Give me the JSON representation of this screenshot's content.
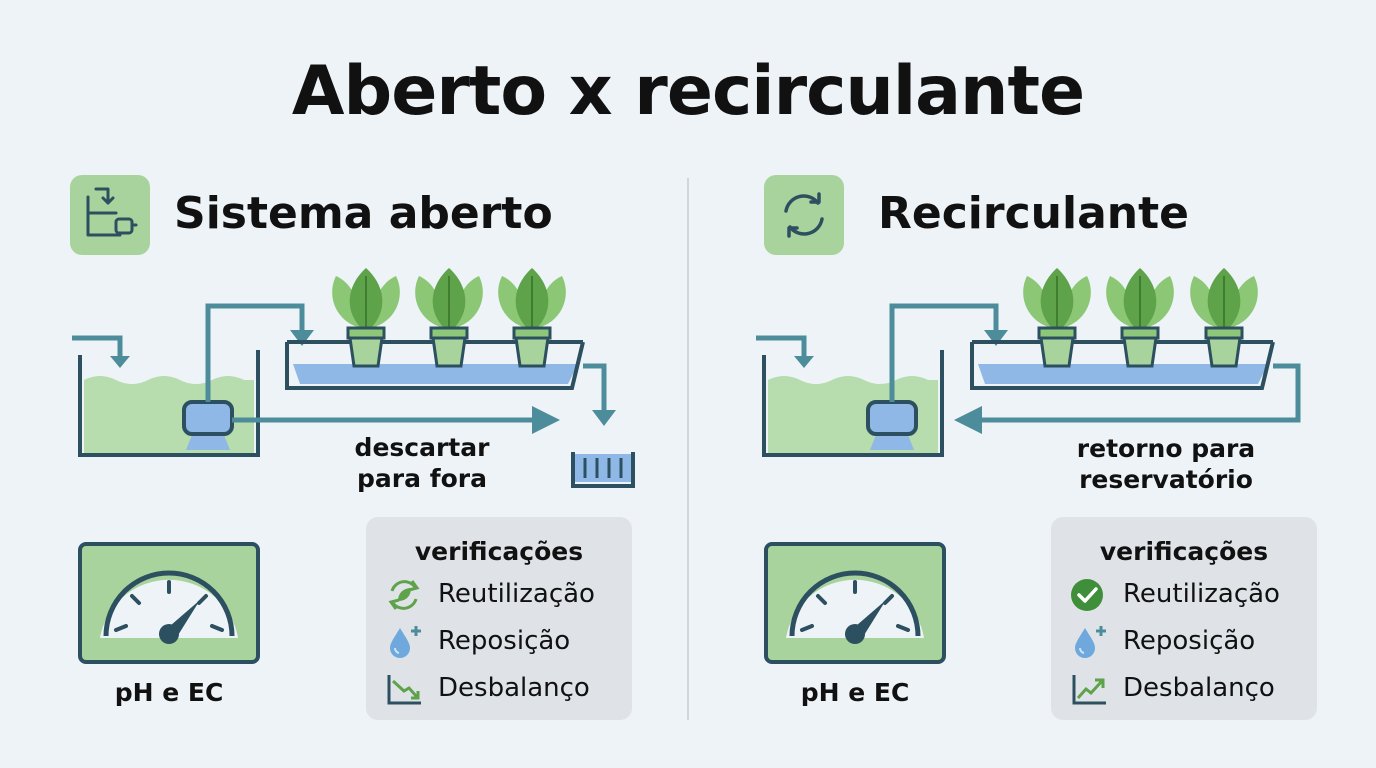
{
  "title": "Aberto x recirculante",
  "open_system": {
    "title": "Sistema aberto",
    "flow_label": [
      "descartar",
      "para fora"
    ],
    "meter_label": "pH e EC",
    "checks_title": "verificações",
    "checks": [
      {
        "label": "Reutilização",
        "icon": "recycle-leaf-icon"
      },
      {
        "label": "Reposição",
        "icon": "water-drop-plus-icon"
      },
      {
        "label": "Desbalanço",
        "icon": "trend-down-icon"
      }
    ]
  },
  "recirculating": {
    "title": "Recirculante",
    "flow_label": [
      "retorno para",
      "reservatório"
    ],
    "meter_label": "pH e EC",
    "checks_title": "verificações",
    "checks": [
      {
        "label": "Reutilização",
        "icon": "check-circle-icon"
      },
      {
        "label": "Reposição",
        "icon": "water-drop-plus-icon"
      },
      {
        "label": "Desbalanço",
        "icon": "trend-up-icon"
      }
    ]
  },
  "colors": {
    "background": "#eef3f8",
    "green": "#a9d39c",
    "dark_teal": "#2c5060",
    "flow_teal": "#4d8c9a",
    "water_blue": "#8fb8e6",
    "leaf_green": "#5ea24a"
  }
}
